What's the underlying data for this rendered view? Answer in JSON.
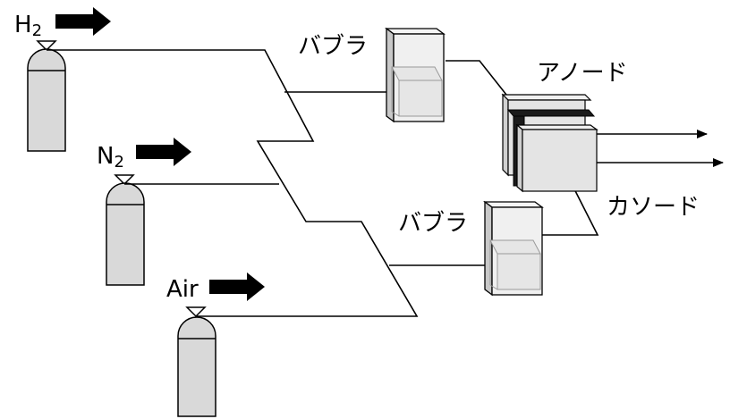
{
  "gases": [
    {
      "id": "h2",
      "symbol": "H",
      "subscript": "2"
    },
    {
      "id": "n2",
      "symbol": "N",
      "subscript": "2"
    },
    {
      "id": "air",
      "symbol": "Air",
      "subscript": ""
    }
  ],
  "bubbler_top_label": "バブラ",
  "bubbler_bottom_label": "バブラ",
  "anode_label": "アノード",
  "cathode_label": "カソード",
  "colors": {
    "cylinder_fill": "#d9d9d9",
    "arrow": "#000000",
    "line": "#000000",
    "cell_fill": "#e4e4e4",
    "cell_dark": "#1a1a1a",
    "bubbler_fill": "#f0f0f0"
  }
}
